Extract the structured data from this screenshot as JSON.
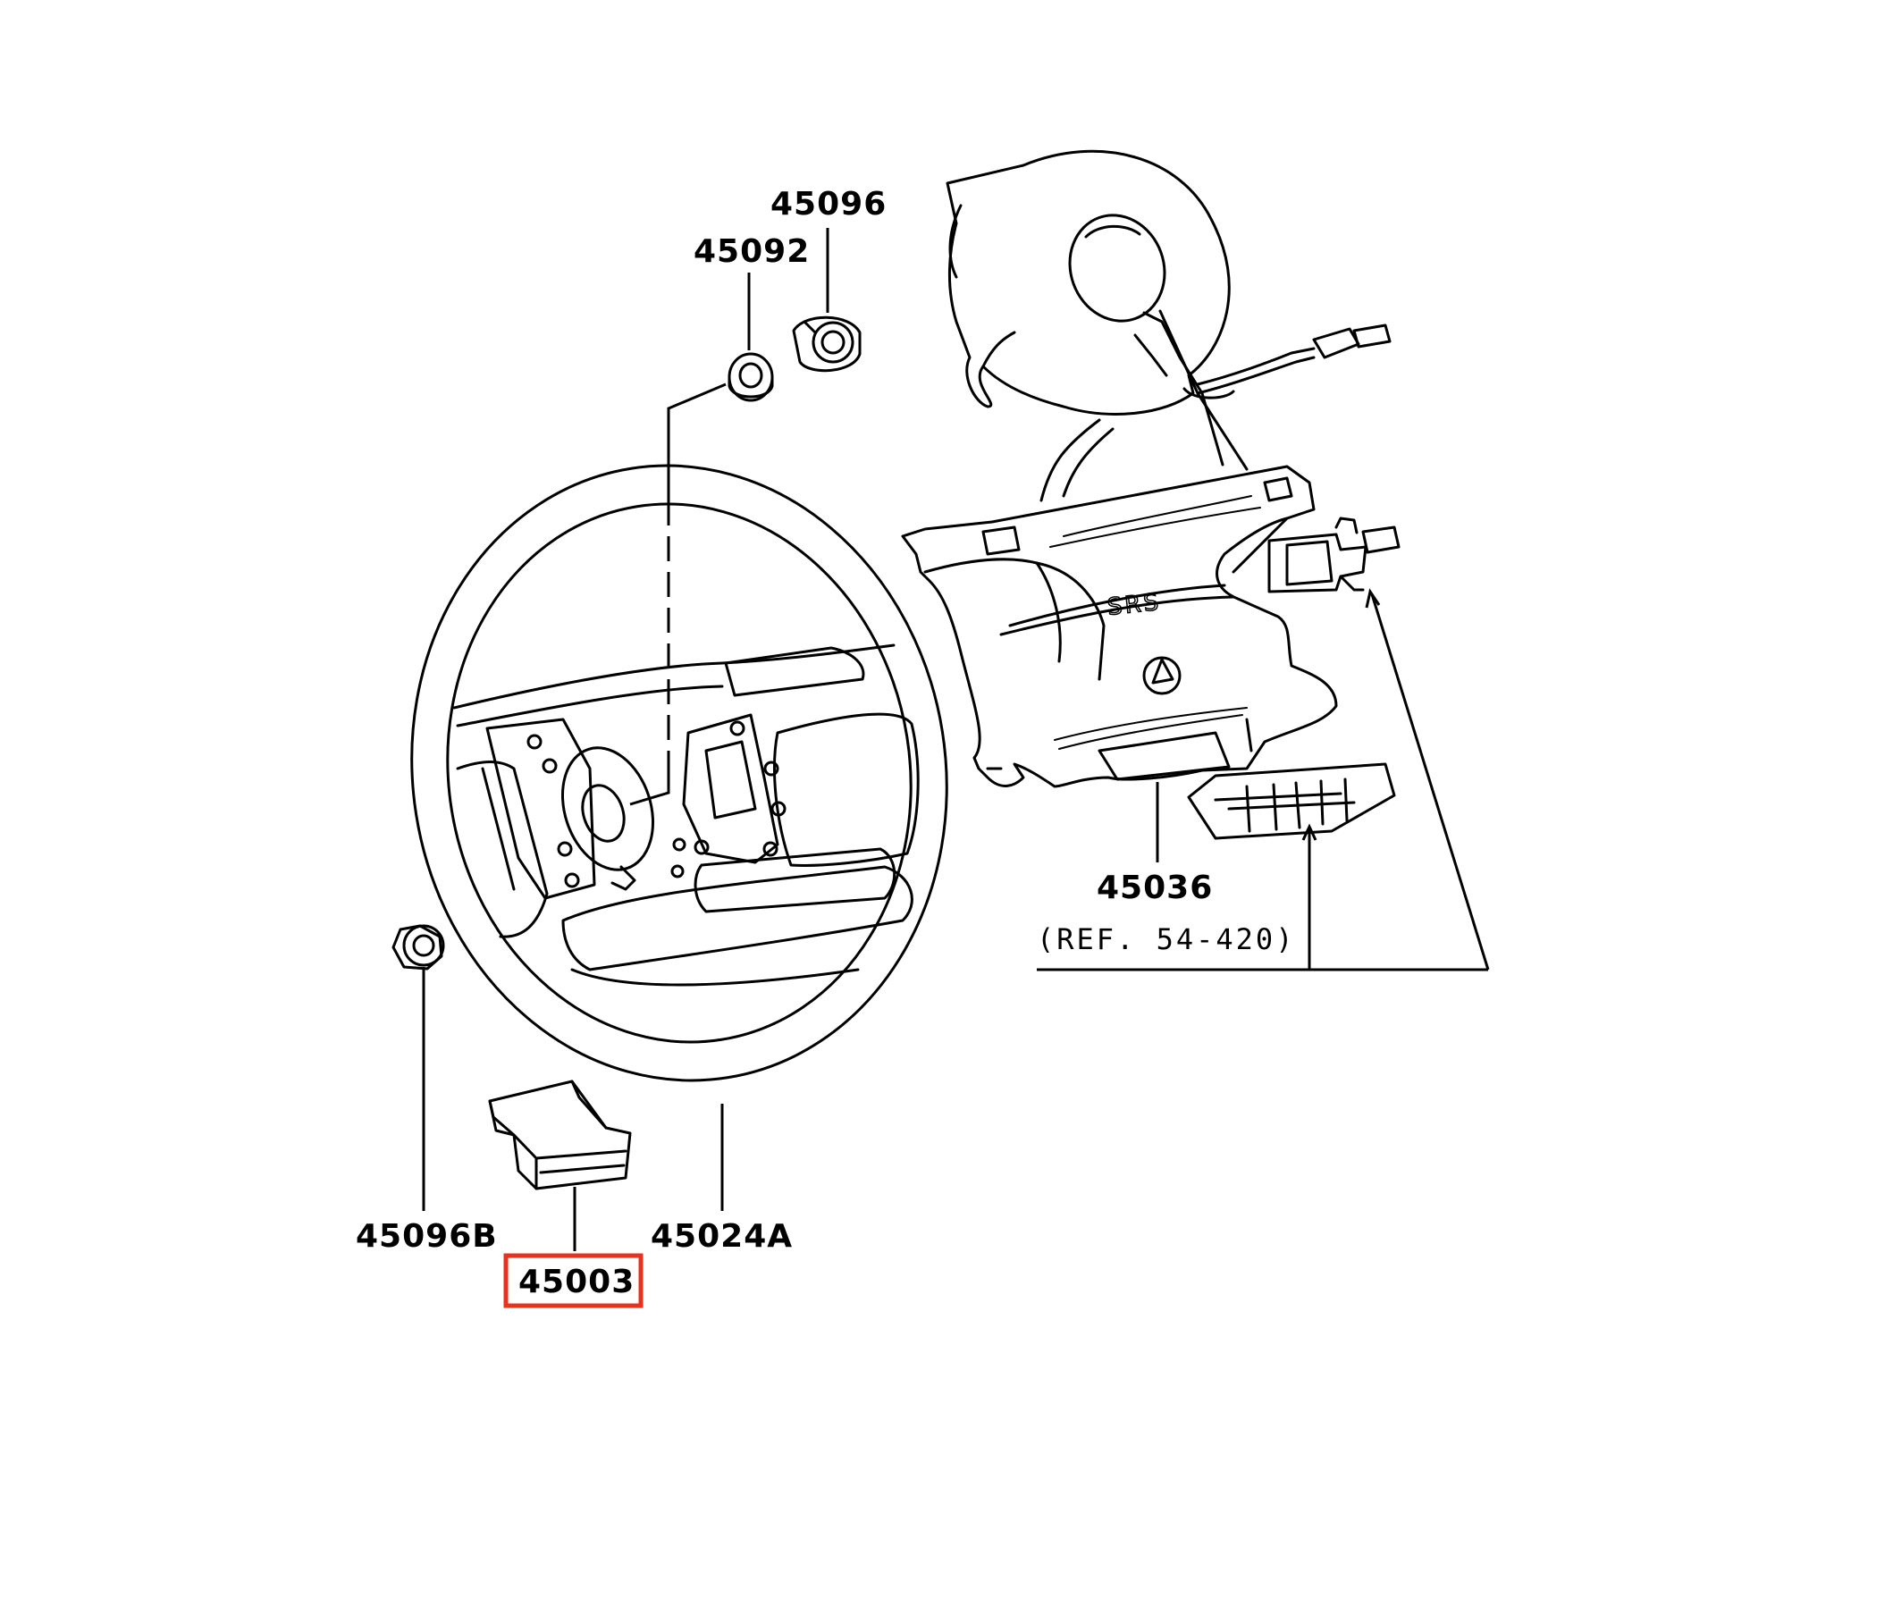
{
  "diagram": {
    "parts": [
      {
        "id": "45096",
        "label": "45096"
      },
      {
        "id": "45092",
        "label": "45092"
      },
      {
        "id": "45036",
        "label": "45036"
      },
      {
        "id": "ref",
        "label": "(REF. 54-420)"
      },
      {
        "id": "45096B",
        "label": "45096B"
      },
      {
        "id": "45024A",
        "label": "45024A"
      },
      {
        "id": "45003",
        "label": "45003"
      }
    ],
    "airbag_emboss": "SRS",
    "highlighted_part": "45003",
    "colors": {
      "line": "#000000",
      "highlight": "#e8321e",
      "background": "#ffffff"
    }
  }
}
